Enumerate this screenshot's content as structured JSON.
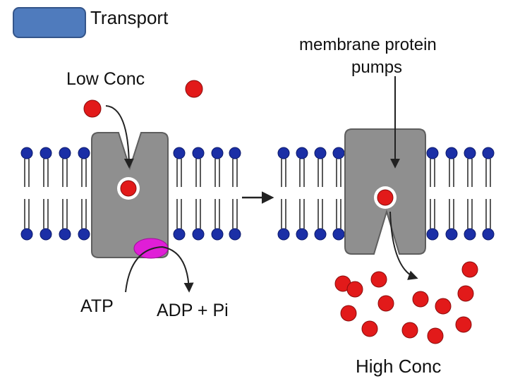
{
  "colors": {
    "badge_fill": "#4f7bbd",
    "phospholipid_head": "#1b2fa6",
    "protein": "#8f8f8f",
    "molecule": "#e21a1a",
    "atp": "#e01ed7"
  },
  "labels": {
    "title": "Transport",
    "low_conc": "Low Conc",
    "membrane_protein_line1": "membrane protein",
    "membrane_protein_line2": "pumps",
    "atp": "ATP",
    "adp_pi": "ADP + Pi",
    "high_conc": "High Conc"
  }
}
